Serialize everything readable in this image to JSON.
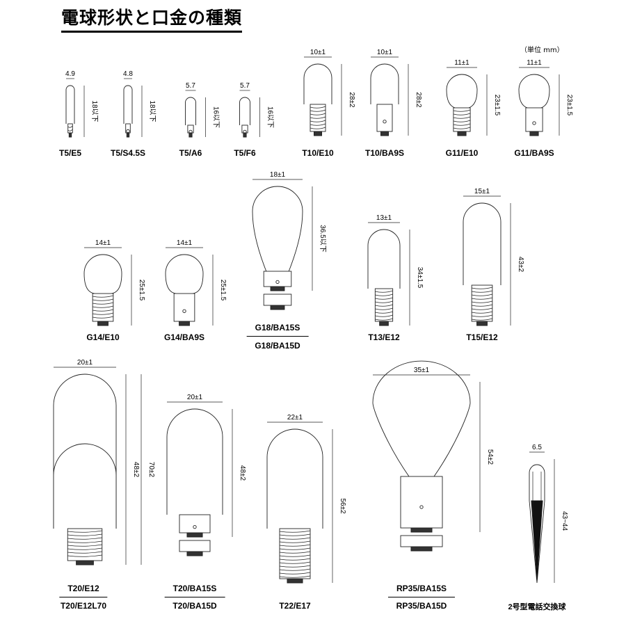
{
  "title": "電球形状と口金の種類",
  "unit_note": "（単位 mm）",
  "bulbs": [
    {
      "id": "T5/E5",
      "label": "T5/E5",
      "width_dim": "4.9",
      "height_dim": "18以下",
      "shape": "tube",
      "base": "screw"
    },
    {
      "id": "T5/S4.5S",
      "label": "T5/S4.5S",
      "width_dim": "4.8",
      "height_dim": "18以下",
      "shape": "tube",
      "base": "bayonet"
    },
    {
      "id": "T5/A6",
      "label": "T5/A6",
      "width_dim": "5.7",
      "height_dim": "16以下",
      "shape": "tube",
      "base": "bayonet"
    },
    {
      "id": "T5/F6",
      "label": "T5/F6",
      "width_dim": "5.7",
      "height_dim": "16以下",
      "shape": "tube",
      "base": "bayonet"
    },
    {
      "id": "T10/E10",
      "label": "T10/E10",
      "width_dim": "10±1",
      "height_dim": "28±2",
      "shape": "tube",
      "base": "screw"
    },
    {
      "id": "T10/BA9S",
      "label": "T10/BA9S",
      "width_dim": "10±1",
      "height_dim": "28±2",
      "shape": "tube",
      "base": "bayonet"
    },
    {
      "id": "G11/E10",
      "label": "G11/E10",
      "width_dim": "11±1",
      "height_dim": "23±1.5",
      "shape": "globe",
      "base": "screw"
    },
    {
      "id": "G11/BA9S",
      "label": "G11/BA9S",
      "width_dim": "11±1",
      "height_dim": "23±1.5",
      "shape": "globe",
      "base": "bayonet"
    },
    {
      "id": "G14/E10",
      "label": "G14/E10",
      "width_dim": "14±1",
      "height_dim": "25±1.5",
      "shape": "globe",
      "base": "screw"
    },
    {
      "id": "G14/BA9S",
      "label": "G14/BA9S",
      "width_dim": "14±1",
      "height_dim": "25±1.5",
      "shape": "globe",
      "base": "bayonet"
    },
    {
      "id": "G18",
      "label": "G18/BA15S",
      "label2": "G18/BA15D",
      "width_dim": "18±1",
      "height_dim": "36.5以下",
      "shape": "globe",
      "base": "bayonet",
      "extra": true
    },
    {
      "id": "T13/E12",
      "label": "T13/E12",
      "width_dim": "13±1",
      "height_dim": "34±1.5",
      "shape": "tube",
      "base": "screw"
    },
    {
      "id": "T15/E12",
      "label": "T15/E12",
      "width_dim": "15±1",
      "height_dim": "43±2",
      "shape": "tube",
      "base": "screw"
    },
    {
      "id": "T20/E12",
      "label": "T20/E12",
      "label2": "T20/E12L70",
      "width_dim": "20±1",
      "height_dim": "48±2",
      "height_dim2": "70±2",
      "shape": "tube",
      "base": "screw",
      "double": true
    },
    {
      "id": "T20/BA15",
      "label": "T20/BA15S",
      "label2": "T20/BA15D",
      "width_dim": "20±1",
      "height_dim": "48±2",
      "shape": "tube",
      "base": "bayonet",
      "extra": true
    },
    {
      "id": "T22/E17",
      "label": "T22/E17",
      "width_dim": "22±1",
      "height_dim": "56±2",
      "shape": "tube",
      "base": "screw"
    },
    {
      "id": "RP35",
      "label": "RP35/BA15S",
      "label2": "RP35/BA15D",
      "width_dim": "35±1",
      "height_dim": "54±2",
      "shape": "reflector",
      "base": "bayonet",
      "extra": true
    },
    {
      "id": "phone",
      "label": "2号型電話交換球",
      "width_dim": "6.5",
      "height_dim": "43~44",
      "shape": "wedge",
      "base": "none"
    }
  ]
}
